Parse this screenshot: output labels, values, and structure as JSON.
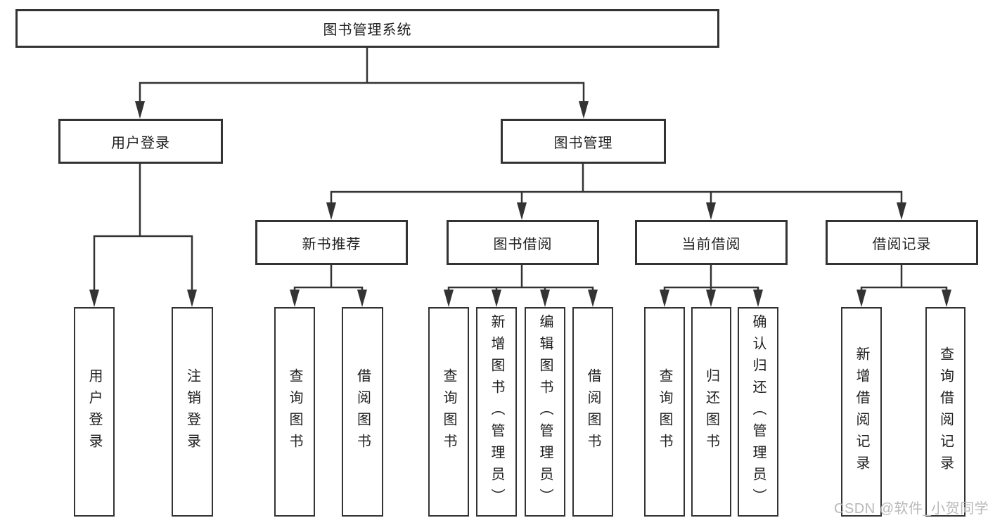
{
  "tree": {
    "label": "图书管理系统",
    "children": [
      {
        "label": "用户登录",
        "children": [
          {
            "label": "用户登录"
          },
          {
            "label": "注销登录"
          }
        ]
      },
      {
        "label": "图书管理",
        "children": [
          {
            "label": "新书推荐",
            "children": [
              {
                "label": "查询图书"
              },
              {
                "label": "借阅图书"
              }
            ]
          },
          {
            "label": "图书借阅",
            "children": [
              {
                "label": "查询图书"
              },
              {
                "label": "新增图书（管理员）"
              },
              {
                "label": "编辑图书（管理员）"
              },
              {
                "label": "借阅图书"
              }
            ]
          },
          {
            "label": "当前借阅",
            "children": [
              {
                "label": "查询图书"
              },
              {
                "label": "归还图书"
              },
              {
                "label": "确认归还（管理员）"
              }
            ]
          },
          {
            "label": "借阅记录",
            "children": [
              {
                "label": "新增借阅记录"
              },
              {
                "label": "查询借阅记录"
              }
            ]
          }
        ]
      }
    ]
  },
  "watermark": {
    "text": "CSDN @软件_小贺同学"
  },
  "colors": {
    "line": "#333333",
    "box_border": "#333333",
    "box_background": "#ffffff",
    "text": "#1f1f1f",
    "watermark": "#b9b9b9",
    "page_background": "#ffffff"
  }
}
